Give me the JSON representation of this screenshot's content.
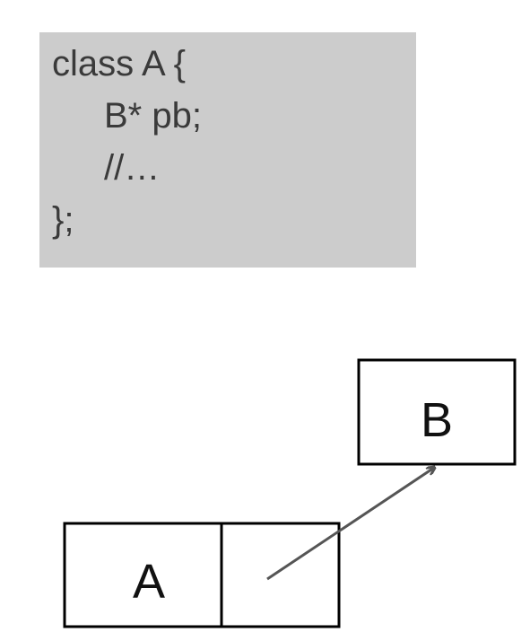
{
  "code": {
    "lines": [
      "class A {",
      "B* pb;",
      "//…",
      "};"
    ]
  },
  "diagram": {
    "box_a_label": "A",
    "box_b_label": "B"
  },
  "colors": {
    "code_background": "#cccccc",
    "code_text": "#3a3a3a",
    "box_stroke": "#000000",
    "arrow": "#555555"
  }
}
